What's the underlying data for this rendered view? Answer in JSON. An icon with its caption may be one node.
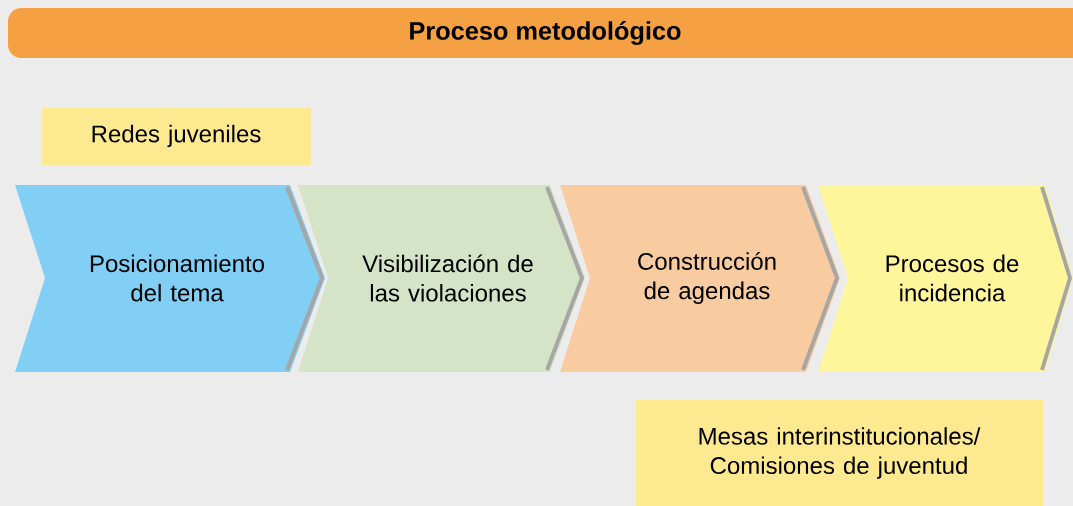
{
  "diagram": {
    "title": "Proceso metodológico",
    "nodes": [
      {
        "text": [
          "Redes juveniles"
        ]
      },
      {
        "text": [
          "Posicionamiento del tema"
        ]
      },
      {
        "text": [
          "Visibilización de las violaciones"
        ]
      },
      {
        "text": [
          "Construcción de agendas"
        ]
      },
      {
        "text": [
          "Procesos de incidencia"
        ]
      },
      {
        "text": [
          "Mesas interinstitucionales/ Comisiones de juventud"
        ]
      }
    ]
  }
}
